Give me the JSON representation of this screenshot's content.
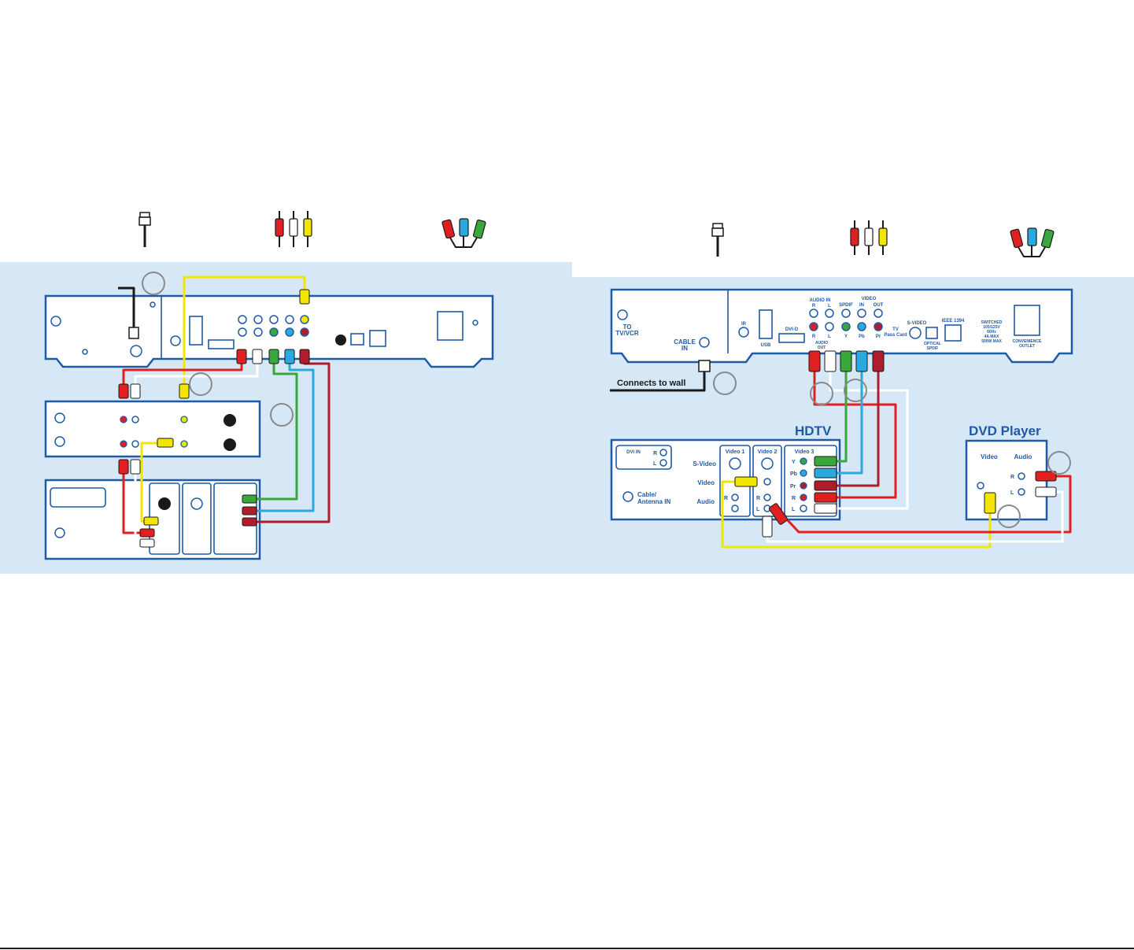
{
  "colors": {
    "panel_bg": "#d6e8f5",
    "device_outline": "#1f5aa6",
    "red": "#e02020",
    "white": "#ffffff",
    "yellow": "#f2e600",
    "green": "#3aa73a",
    "blue": "#2aa8e0",
    "darkred": "#b01c2c",
    "black": "#1a1a1a"
  },
  "icons": [
    "coax-connector-icon",
    "rca-composite-connector-icon",
    "rca-component-connector-icon"
  ],
  "right": {
    "connects_to_wall": "Connects to wall",
    "hdtv_title": "HDTV",
    "dvd_title": "DVD Player",
    "receiver": {
      "to_tv_vcr_1": "TO",
      "to_tv_vcr_2": "TV/VCR",
      "cable_in_1": "CABLE",
      "cable_in_2": "IN",
      "ir": "IR",
      "usb": "USB",
      "dvi_d": "DVI-D",
      "audio_in": "AUDIO IN",
      "audio_r": "R",
      "audio_l": "L",
      "spdif": "SPDIF",
      "video": "VIDEO",
      "video_in": "IN",
      "video_out": "OUT",
      "audio_out_1": "AUDIO",
      "audio_out_2": "OUT",
      "y": "Y",
      "pb": "Pb",
      "pr": "Pr",
      "tv_pass_card_1": "TV",
      "tv_pass_card_2": "Pass Card",
      "s_video": "S-VIDEO",
      "optical_1": "OPTICAL",
      "optical_2": "SPDIF",
      "ieee": "IEEE 1394",
      "switched_1": "SWITCHED",
      "switched_2": "105/125V",
      "switched_3": "60Hz",
      "switched_4": "4A MAX",
      "switched_5": "500W MAX",
      "convenience_1": "CONVENIENCE",
      "convenience_2": "OUTLET"
    },
    "hdtv": {
      "dvi_in": "DVI IN",
      "r": "R",
      "l": "L",
      "s_video": "S-Video",
      "video": "Video",
      "audio": "Audio",
      "cable_antenna_1": "Cable/",
      "cable_antenna_2": "Antenna IN",
      "video1": "Video 1",
      "video2": "Video 2",
      "video3": "Video 3",
      "y": "Y",
      "pb": "Pb",
      "pr": "Pr"
    },
    "dvd": {
      "video": "Video",
      "audio": "Audio",
      "r": "R",
      "l": "L"
    }
  }
}
